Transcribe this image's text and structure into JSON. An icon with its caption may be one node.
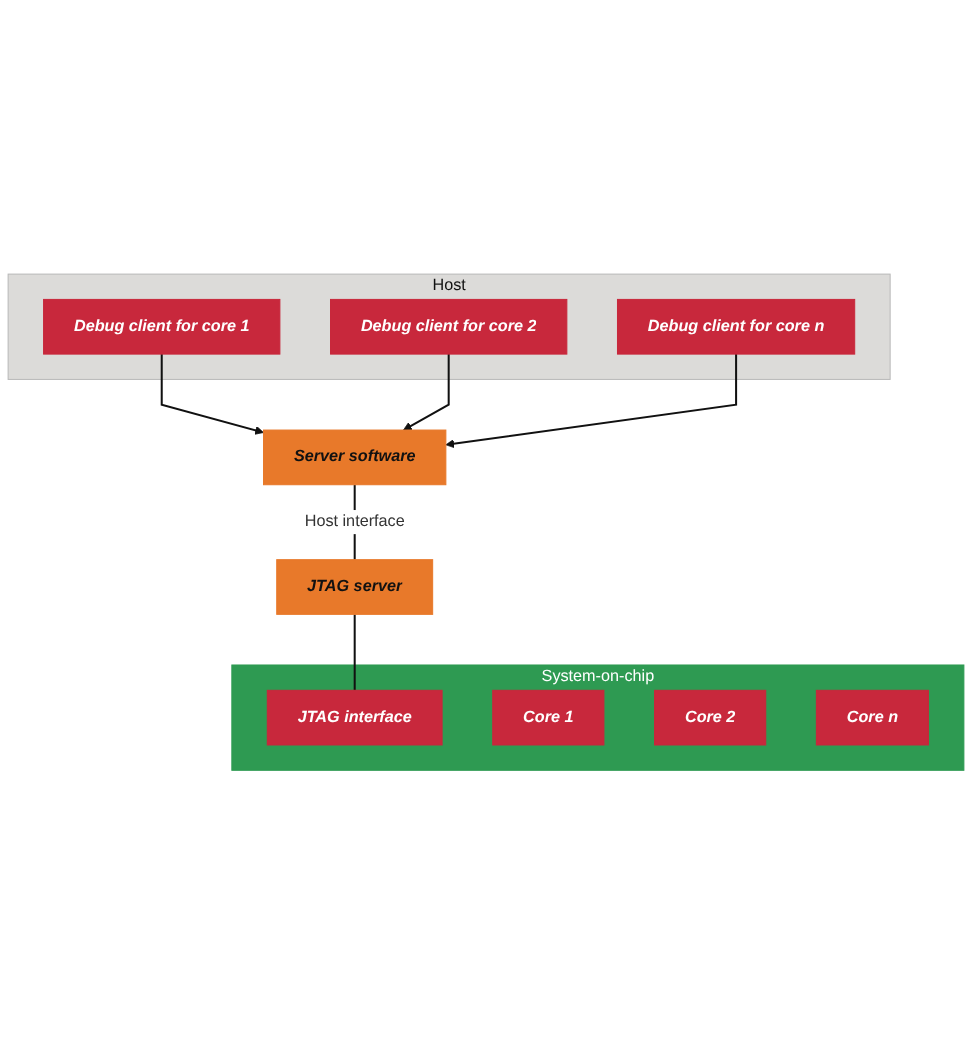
{
  "diagram": {
    "nodes": [
      {
        "text": [
          "Host"
        ]
      },
      {
        "text": [
          "Debug client for core 1"
        ],
        "in": 0
      },
      {
        "text": [
          "Debug client for core 2"
        ],
        "in": 0
      },
      {
        "text": [
          "Debug client for core n"
        ],
        "in": 0
      },
      {
        "text": [
          "Server software"
        ]
      },
      {
        "text": [
          "JTAG server"
        ]
      },
      {
        "text": [
          "System-on-chip"
        ]
      },
      {
        "text": [
          "JTAG interface"
        ],
        "in": 6
      },
      {
        "text": [
          "Core 1"
        ],
        "in": 6
      },
      {
        "text": [
          "Core 2"
        ],
        "in": 6
      },
      {
        "text": [
          "Core n"
        ],
        "in": 6
      }
    ],
    "edges": [
      {
        "from": 1,
        "to": 4,
        "arrow": "to"
      },
      {
        "from": 2,
        "to": 4,
        "arrow": "to"
      },
      {
        "from": 3,
        "to": 4,
        "arrow": "to"
      },
      {
        "from": 4,
        "to": 5,
        "arrow": "none",
        "label": "Host interface"
      },
      {
        "from": 5,
        "to": 7,
        "arrow": "none"
      }
    ]
  }
}
